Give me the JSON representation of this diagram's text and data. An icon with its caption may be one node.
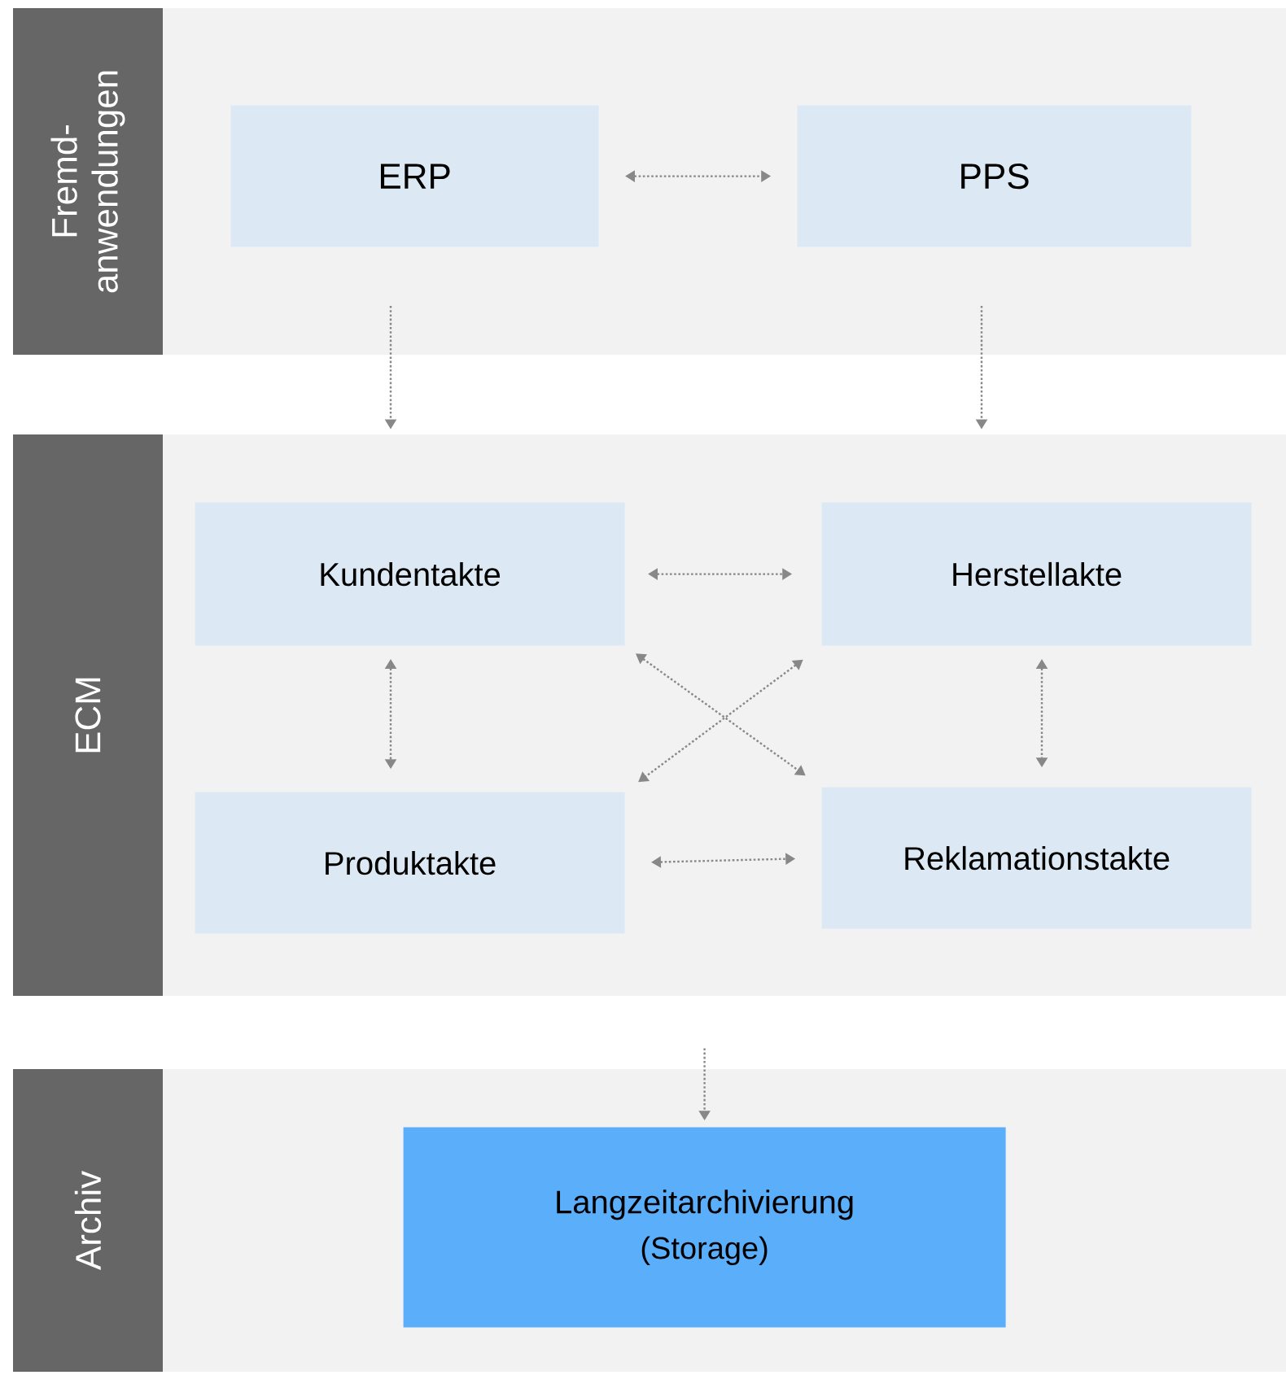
{
  "diagram": {
    "nodes": [
      {
        "text": [
          "Fremd- anwendungen"
        ]
      },
      {
        "text": [
          "ERP"
        ],
        "in": 0
      },
      {
        "text": [
          "PPS"
        ],
        "in": 0
      },
      {
        "text": [
          "ECM"
        ]
      },
      {
        "text": [
          "Kundentakte"
        ],
        "in": 3
      },
      {
        "text": [
          "Herstellakte"
        ],
        "in": 3
      },
      {
        "text": [
          "Produktakte"
        ],
        "in": 3
      },
      {
        "text": [
          "Reklamationstakte"
        ],
        "in": 3
      },
      {
        "text": [
          "Archiv"
        ]
      },
      {
        "text": [
          "Langzeitarchivierung",
          "(Storage)"
        ],
        "in": 8
      }
    ],
    "edges": [
      {
        "from": 1,
        "to": 2,
        "arrow": "both"
      },
      {
        "from": 1,
        "to": 3,
        "arrow": "to"
      },
      {
        "from": 2,
        "to": 3,
        "arrow": "to"
      },
      {
        "from": 4,
        "to": 5,
        "arrow": "both"
      },
      {
        "from": 4,
        "to": 6,
        "arrow": "both"
      },
      {
        "from": 5,
        "to": 7,
        "arrow": "both"
      },
      {
        "from": 4,
        "to": 7,
        "arrow": "both"
      },
      {
        "from": 5,
        "to": 6,
        "arrow": "both"
      },
      {
        "from": 6,
        "to": 7,
        "arrow": "both"
      },
      {
        "from": 3,
        "to": 9,
        "arrow": "to"
      }
    ]
  }
}
